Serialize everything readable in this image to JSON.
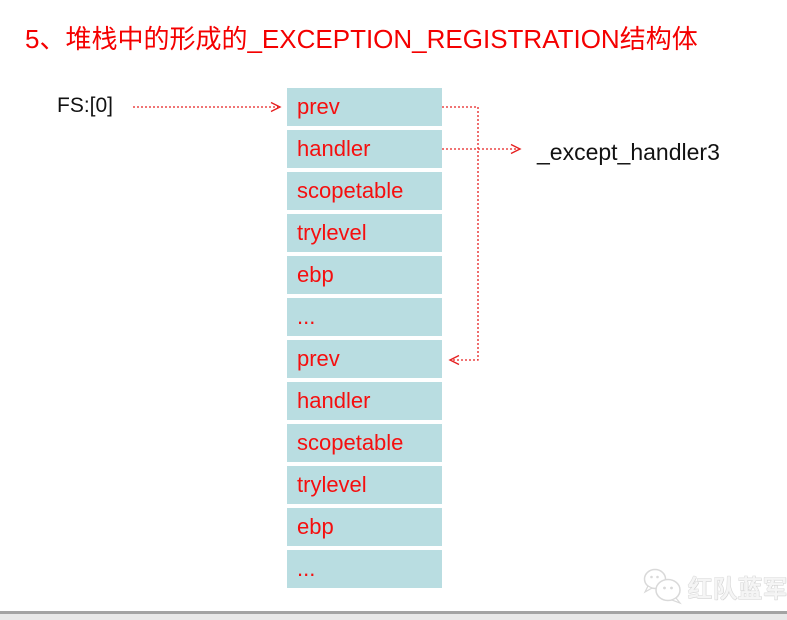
{
  "title": "5、堆栈中的形成的_EXCEPTION_REGISTRATION结构体",
  "fs_register": "FS:[0]",
  "except_handler": "_except_handler3",
  "stack_cells": [
    "prev",
    "handler",
    "scopetable",
    "trylevel",
    "ebp",
    "...",
    "prev",
    "handler",
    "scopetable",
    "trylevel",
    "ebp",
    "..."
  ],
  "watermark": "红队蓝军",
  "colors": {
    "title_red": "#f40000",
    "cell_background": "#b9dde1",
    "cell_text_red": "#f50f0f",
    "arrow_red": "#e62020",
    "label_black": "#121212",
    "watermark_gray": "#dedede",
    "divider_gray": "#a3a3a3"
  }
}
